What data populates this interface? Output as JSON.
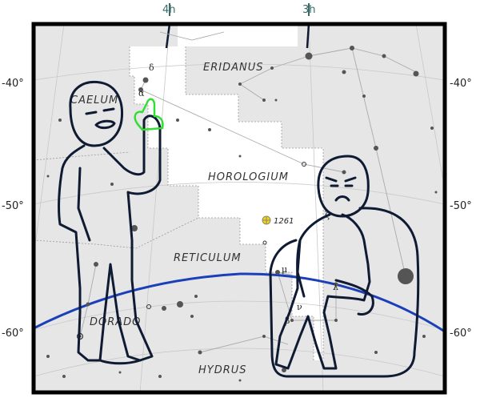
{
  "chart": {
    "ra_labels": [
      "4h",
      "3h"
    ],
    "dec_labels_left": [
      "-40°",
      "-50°",
      "-60°"
    ],
    "dec_labels_right": [
      "-40°",
      "-50°",
      "-60°"
    ],
    "constellations": {
      "eridanus": "ERIDANUS",
      "caelum": "CAELUM",
      "horologium": "HOROLOGIUM",
      "reticulum": "RETICULUM",
      "dorado": "DORADO",
      "hydrus": "HYDRUS"
    },
    "star_labels": {
      "delta": "δ",
      "alpha": "α",
      "zeta": "ζ",
      "mu": "μ",
      "lambda": "λ",
      "nu": "ν",
      "beta": "β"
    },
    "object_label": "1261",
    "colors": {
      "background": "#e6e6e6",
      "highlight": "#ffffff",
      "frame": "#000000",
      "ecliptic": "#1a3fb8",
      "figure_outline": "#0f1a33",
      "finger_highlight": "#33dd33",
      "cluster": "#f2d21a"
    }
  }
}
